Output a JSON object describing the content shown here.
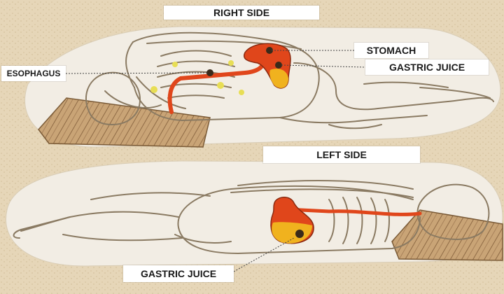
{
  "labels": {
    "right_side": "RIGHT SIDE",
    "left_side": "LEFT SIDE",
    "stomach": "STOMACH",
    "gastric_juice_top": "GASTRIC JUICE",
    "esophagus": "ESOPHAGUS",
    "gastric_juice_bottom": "GASTRIC JUICE"
  },
  "colors": {
    "background": "#e9dcc3",
    "panel": "#f2ede4",
    "outline": "#8a7a62",
    "stomach": "#e0461b",
    "gastric_juice": "#f0b21e",
    "pillow": "#c9a476"
  }
}
